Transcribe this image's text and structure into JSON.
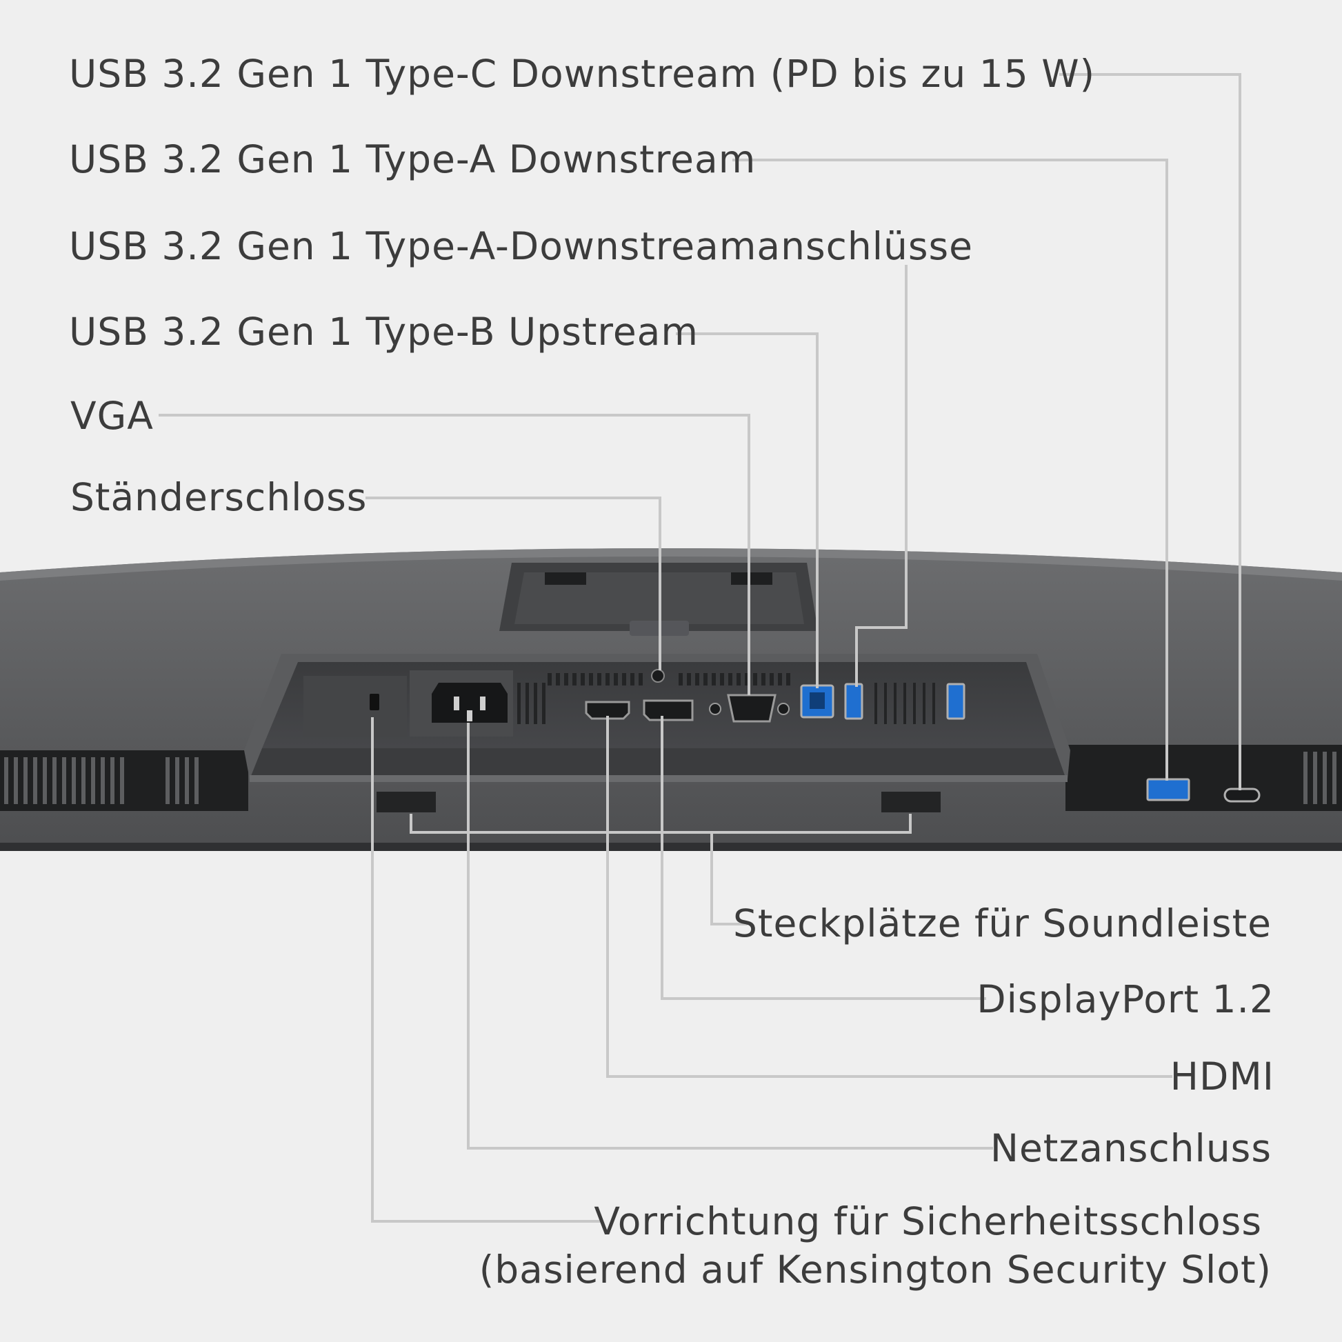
{
  "colors": {
    "background": "#efefef",
    "leader_line": "#c8c8c8",
    "label_text": "#3c3c3c",
    "monitor_body": "#5a5b5d",
    "usb_blue": "#1f6fd0"
  },
  "labels_top": [
    {
      "id": "usb-c-downstream",
      "text": "USB 3.2 Gen 1 Type-C Downstream (PD bis zu 15 W)"
    },
    {
      "id": "usb-a-downstream",
      "text": "USB 3.2 Gen 1 Type-A Downstream"
    },
    {
      "id": "usb-a-downstream-ports",
      "text": "USB 3.2 Gen 1 Type-A-Downstreamanschlüsse"
    },
    {
      "id": "usb-b-upstream",
      "text": "USB 3.2 Gen 1 Type-B Upstream"
    },
    {
      "id": "vga",
      "text": "VGA"
    },
    {
      "id": "stand-lock",
      "text": "Ständerschloss"
    }
  ],
  "labels_bottom": [
    {
      "id": "soundbar-slots",
      "text": "Steckplätze für Soundleiste"
    },
    {
      "id": "displayport",
      "text": "DisplayPort 1.2"
    },
    {
      "id": "hdmi",
      "text": "HDMI"
    },
    {
      "id": "power",
      "text": "Netzanschluss"
    },
    {
      "id": "security-lock-line1",
      "text": "Vorrichtung für Sicherheitsschloss"
    },
    {
      "id": "security-lock-line2",
      "text": "(basierend auf Kensington Security Slot)"
    }
  ]
}
